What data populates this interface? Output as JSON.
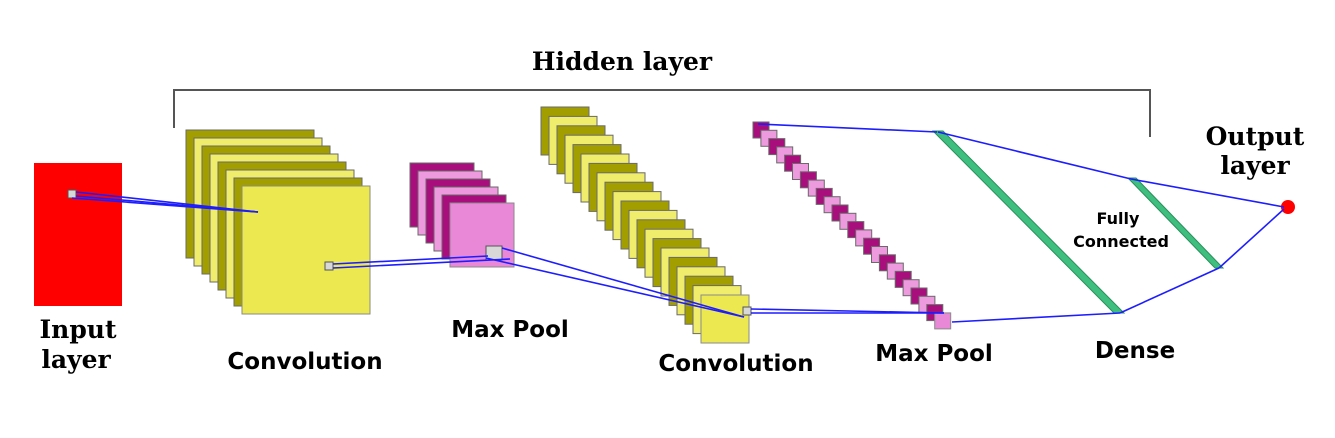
{
  "labels": {
    "hidden_layer": "Hidden layer",
    "input_layer_line1": "Input",
    "input_layer_line2": "layer",
    "output_layer_line1": "Output",
    "output_layer_line2": "layer",
    "convolution_1": "Convolution",
    "max_pool_1": "Max Pool",
    "convolution_2": "Convolution",
    "max_pool_2": "Max Pool",
    "fully_connected_line1": "Fully",
    "fully_connected_line2": "Connected",
    "dense": "Dense"
  },
  "colors": {
    "input": "#ff0000",
    "conv_dark": "#a39e00",
    "conv_light": "#f0ec6c",
    "conv_front": "#ece84f",
    "pool_dark": "#a80f7c",
    "pool_light": "#ee9ade",
    "pool_front": "#ea88d8",
    "connection": "#1d1dff",
    "dense_layer": "#3fbf7f",
    "output_node": "#ff0000",
    "bracket": "#555555"
  }
}
